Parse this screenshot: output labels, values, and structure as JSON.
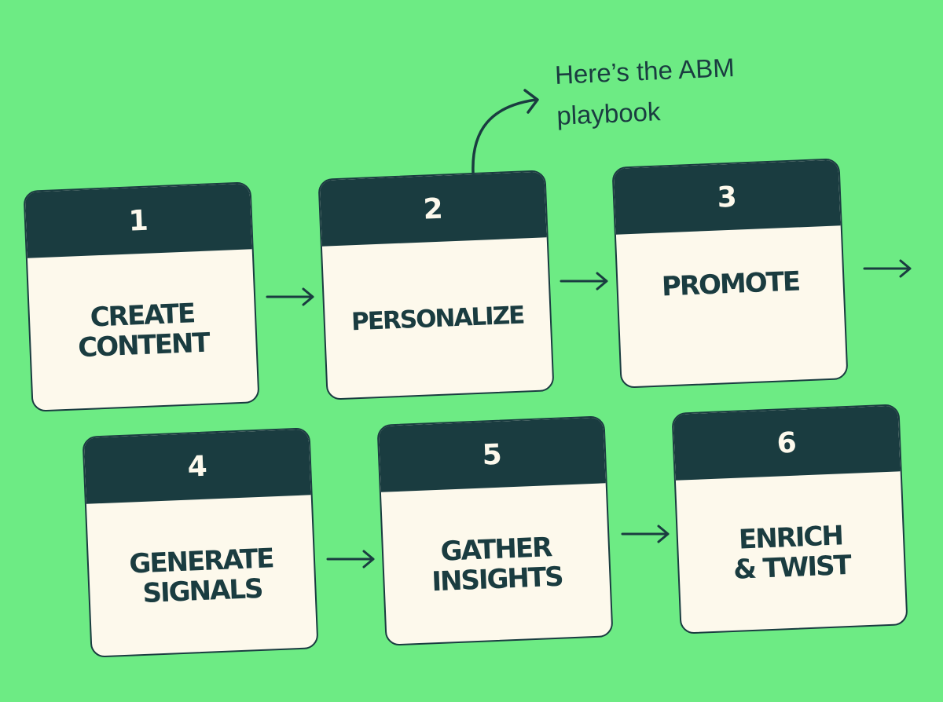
{
  "note": {
    "line1": "Here’s the ABM",
    "line2": "playbook"
  },
  "steps": [
    {
      "number": "1",
      "label": "CREATE\nCONTENT"
    },
    {
      "number": "2",
      "label": "PERSONALIZE"
    },
    {
      "number": "3",
      "label": "PROMOTE"
    },
    {
      "number": "4",
      "label": "GENERATE\nSIGNALS"
    },
    {
      "number": "5",
      "label": "GATHER\nINSIGHTS"
    },
    {
      "number": "6",
      "label": "ENRICH\n& TWIST"
    }
  ],
  "colors": {
    "background": "#6DEB84",
    "dark": "#1A3C40",
    "cream": "#FDF9EC"
  }
}
